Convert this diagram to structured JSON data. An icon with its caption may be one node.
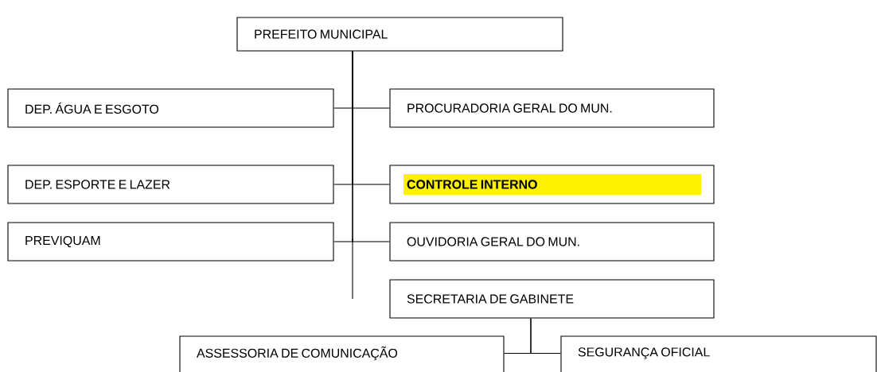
{
  "diagram": {
    "nodes": [
      {
        "text": [
          "PREFEITO MUNICIPAL"
        ]
      },
      {
        "text": [
          "DEP. ÁGUA E ESGOTO"
        ]
      },
      {
        "text": [
          "PROCURADORIA GERAL DO MUN."
        ]
      },
      {
        "text": [
          "DEP. ESPORTE E LAZER"
        ]
      },
      {
        "text": [
          "CONTROLE INTERNO"
        ]
      },
      {
        "text": [
          "PREVIQUAM"
        ]
      },
      {
        "text": [
          "OUVIDORIA GERAL DO MUN."
        ]
      },
      {
        "text": [
          "SECRETARIA DE GABINETE"
        ]
      },
      {
        "text": [
          "ASSESSORIA DE COMUNICAÇÃO"
        ]
      },
      {
        "text": [
          "SEGURANÇA OFICIAL"
        ]
      }
    ],
    "edges": [
      {
        "from": 0,
        "to": 1,
        "arrow": "none"
      },
      {
        "from": 0,
        "to": 2,
        "arrow": "none"
      },
      {
        "from": 0,
        "to": 3,
        "arrow": "none"
      },
      {
        "from": 0,
        "to": 4,
        "arrow": "none"
      },
      {
        "from": 0,
        "to": 5,
        "arrow": "none"
      },
      {
        "from": 0,
        "to": 6,
        "arrow": "none"
      },
      {
        "from": 7,
        "to": 8,
        "arrow": "none"
      },
      {
        "from": 7,
        "to": 9,
        "arrow": "none"
      }
    ]
  }
}
